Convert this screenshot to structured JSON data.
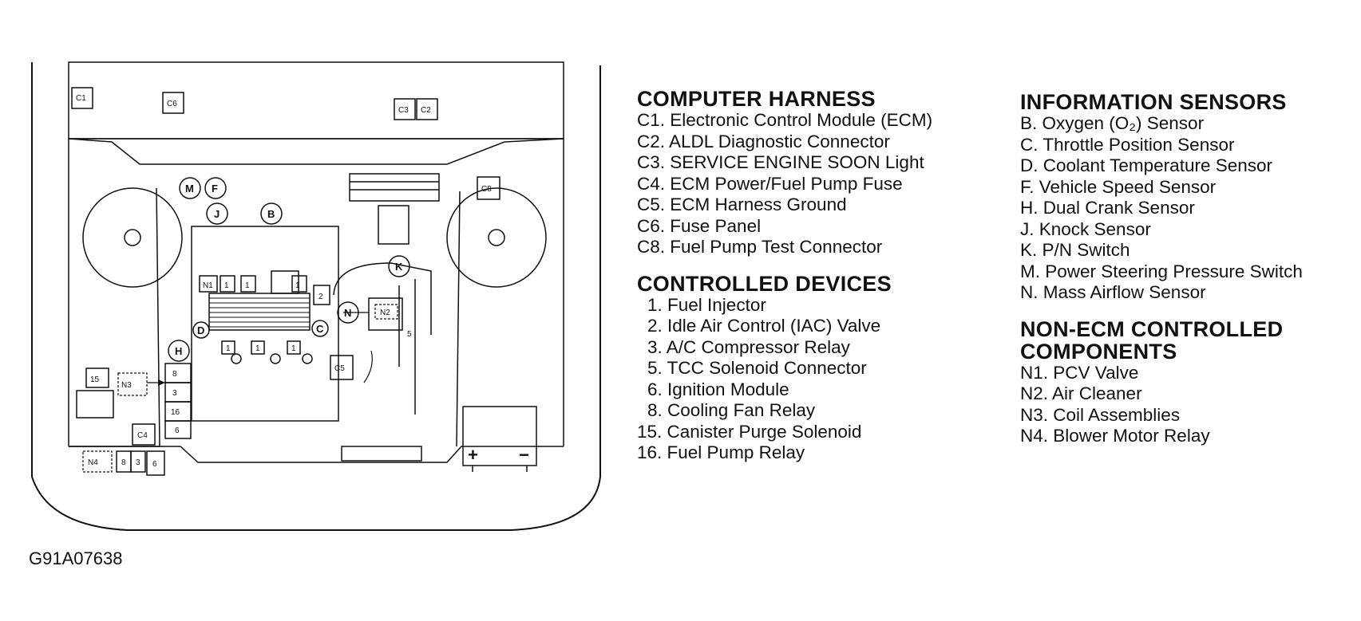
{
  "figure_id": "G91A07638",
  "diagram_labels": {
    "c1": "C1",
    "c2": "C2",
    "c3": "C3",
    "c4": "C4",
    "c5": "C5",
    "c6": "C6",
    "c8": "C8",
    "m": "M",
    "f": "F",
    "j": "J",
    "b": "B",
    "k": "K",
    "n": "N",
    "d": "D",
    "c": "C",
    "h": "H",
    "n1": "N1",
    "n2": "N2",
    "n3": "N3",
    "n4": "N4",
    "r1": "1",
    "r2": "2",
    "r3": "3",
    "r5": "5",
    "r6": "6",
    "r8": "8",
    "r15": "15",
    "r16": "16",
    "plus": "+",
    "minus": "−"
  },
  "sections": {
    "computer_harness": {
      "heading": "COMPUTER HARNESS",
      "items": [
        "C1. Electronic Control Module (ECM)",
        "C2. ALDL Diagnostic Connector",
        "C3. SERVICE ENGINE SOON Light",
        "C4. ECM Power/Fuel Pump Fuse",
        "C5. ECM Harness Ground",
        "C6. Fuse Panel",
        "C8. Fuel Pump Test Connector"
      ]
    },
    "controlled_devices": {
      "heading": "CONTROLLED DEVICES",
      "items": [
        "1. Fuel Injector",
        "2. Idle Air Control (IAC) Valve",
        "3. A/C Compressor Relay",
        "5. TCC Solenoid Connector",
        "6. Ignition Module",
        "8. Cooling Fan Relay",
        "15. Canister Purge Solenoid",
        "16. Fuel Pump Relay"
      ]
    },
    "information_sensors": {
      "heading": "INFORMATION SENSORS",
      "items": [
        "B. Oxygen (O₂) Sensor",
        "C. Throttle Position Sensor",
        "D. Coolant Temperature Sensor",
        "F. Vehicle Speed Sensor",
        "H. Dual Crank Sensor",
        "J. Knock Sensor",
        "K. P/N Switch",
        "M. Power Steering Pressure Switch",
        "N. Mass Airflow Sensor"
      ]
    },
    "non_ecm": {
      "heading_line1": "NON-ECM CONTROLLED",
      "heading_line2": "COMPONENTS",
      "items": [
        "N1. PCV Valve",
        "N2. Air Cleaner",
        "N3. Coil Assemblies",
        "N4. Blower Motor Relay"
      ]
    }
  }
}
